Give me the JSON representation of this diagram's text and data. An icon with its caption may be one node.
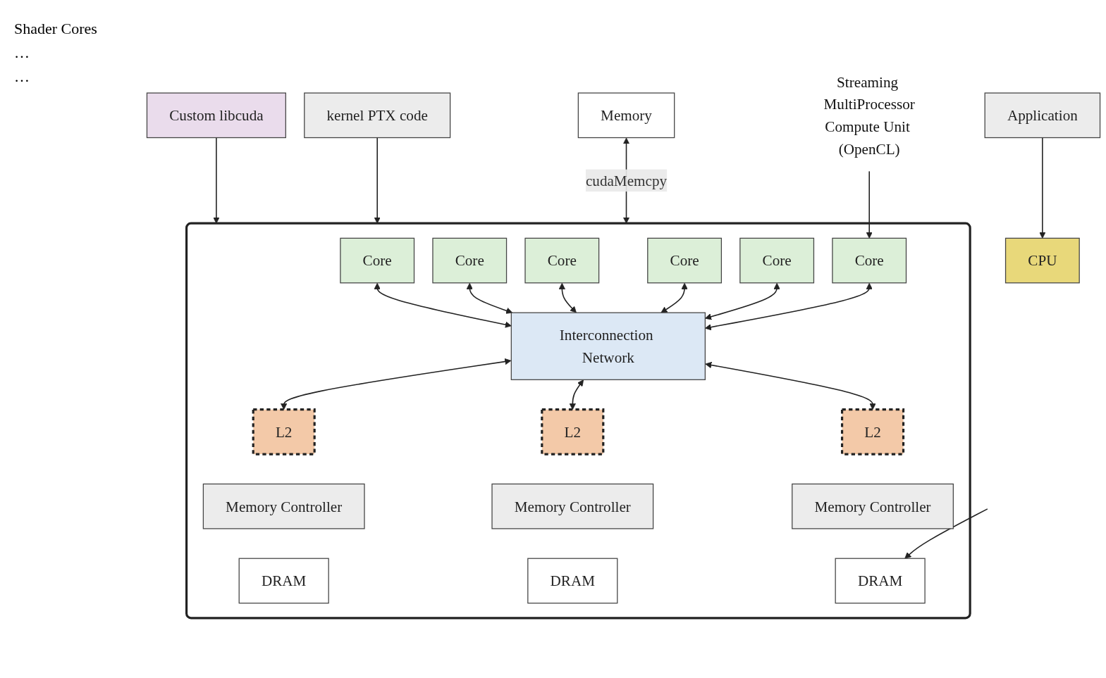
{
  "diagram": {
    "nodes": [
      {
        "text": [
          "Application"
        ]
      },
      {
        "text": [
          "Custom libcuda"
        ]
      },
      {
        "text": [
          "kernel PTX code"
        ]
      },
      {
        "text": [
          "CPU"
        ]
      },
      {
        "text": [
          "Memory"
        ]
      },
      {
        "text": [],
        "shape": "box"
      },
      {
        "text": [
          "Core"
        ],
        "in": 5
      },
      {
        "text": [
          "Core"
        ],
        "in": 5
      },
      {
        "text": [
          "Core"
        ],
        "in": 5
      },
      {
        "text": [
          "Core"
        ],
        "in": 5
      },
      {
        "text": [
          "Core"
        ],
        "in": 5
      },
      {
        "text": [
          "Core"
        ],
        "in": 5
      },
      {
        "text": [
          "Interconnection Network"
        ],
        "in": 5
      },
      {
        "text": [
          "L2"
        ],
        "in": 5
      },
      {
        "text": [
          "Memory Controller"
        ],
        "in": 5
      },
      {
        "text": [
          "DRAM"
        ],
        "in": 5
      },
      {
        "text": [
          "L2"
        ],
        "in": 5
      },
      {
        "text": [
          "Memory Controller"
        ],
        "in": 5
      },
      {
        "text": [
          "DRAM"
        ],
        "in": 5
      },
      {
        "text": [
          "L2"
        ],
        "in": 5
      },
      {
        "text": [
          "Memory Controller"
        ],
        "in": 5
      },
      {
        "text": [
          "DRAM"
        ],
        "in": 5
      },
      {
        "text": [
          "Streaming MultiProcessor",
          "Compute Unit (OpenCL)"
        ]
      }
    ],
    "edges": [
      {
        "from": 0,
        "to": 3,
        "arrow": "to"
      },
      {
        "from": 1,
        "to": 5,
        "arrow": "to"
      },
      {
        "from": 2,
        "to": 5,
        "arrow": "to"
      },
      {
        "from": 4,
        "to": 5,
        "arrow": "both",
        "label": "cudaMemcpy"
      },
      {
        "from": 6,
        "to": 12,
        "arrow": "both"
      },
      {
        "from": 7,
        "to": 12,
        "arrow": "both"
      },
      {
        "from": 8,
        "to": 12,
        "arrow": "both"
      },
      {
        "from": 9,
        "to": 12,
        "arrow": "both"
      },
      {
        "from": 10,
        "to": 12,
        "arrow": "both"
      },
      {
        "from": 11,
        "to": 12,
        "arrow": "both"
      },
      {
        "from": 12,
        "to": 13,
        "arrow": "both"
      },
      {
        "from": 12,
        "to": 16,
        "arrow": "both"
      },
      {
        "from": 12,
        "to": 19,
        "arrow": "both"
      },
      {
        "from": 22,
        "to": 11,
        "arrow": "to"
      },
      {
        "from": null,
        "to": 21,
        "arrow": "to"
      }
    ],
    "labels": [
      "Shader Cores",
      "…",
      "…"
    ]
  }
}
